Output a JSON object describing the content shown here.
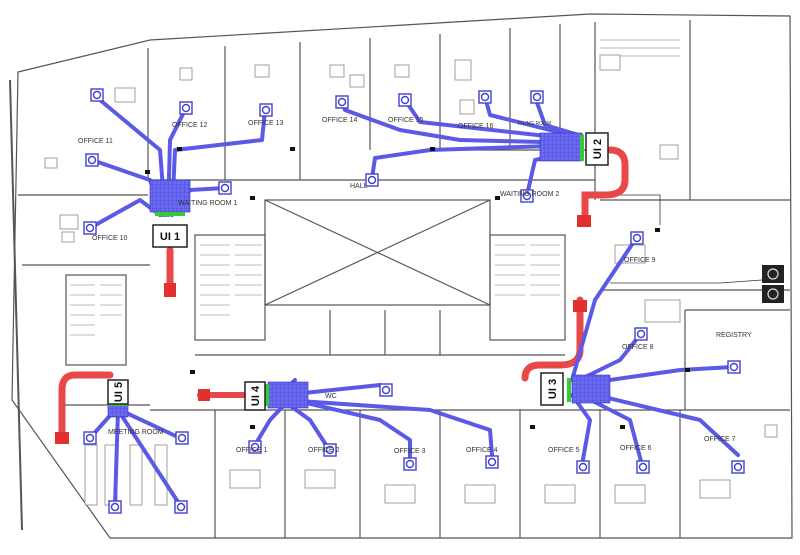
{
  "colors": {
    "duct_supply": "#5a5ae6",
    "duct_supply_dark": "#3030c8",
    "duct_return": "#e84848",
    "diffuser": "#4040d0",
    "connector": "#33cc33",
    "wall": "#555555",
    "furniture": "#888888"
  },
  "labels": {
    "office_1": "OFFICE 1",
    "office_2": "OFFICE 2",
    "office_3": "OFFICE 3",
    "office_4": "OFFICE 4",
    "office_5": "OFFICE 5",
    "office_6": "OFFICE 6",
    "office_7": "OFFICE 7",
    "office_8": "OFFICE 8",
    "office_9": "OFFICE 9",
    "office_10": "OFFICE 10",
    "office_11": "OFFICE 11",
    "office_12": "OFFICE 12",
    "office_13": "OFFICE 13",
    "office_14": "OFFICE 14",
    "office_15": "OFFICE 15",
    "office_16": "OFFICE 16",
    "filing_room": "FILING ROOM",
    "hall": "HALL",
    "waiting_room_1": "WAITING ROOM 1",
    "waiting_room_2": "WAITING ROOM 2",
    "registry": "REGISTRY",
    "meeting_room": "MEETING ROOM",
    "wc": "WC"
  },
  "units": {
    "ui1": "UI 1",
    "ui2": "UI 2",
    "ui3": "UI 3",
    "ui4": "UI 4",
    "ui5": "UI 5"
  }
}
